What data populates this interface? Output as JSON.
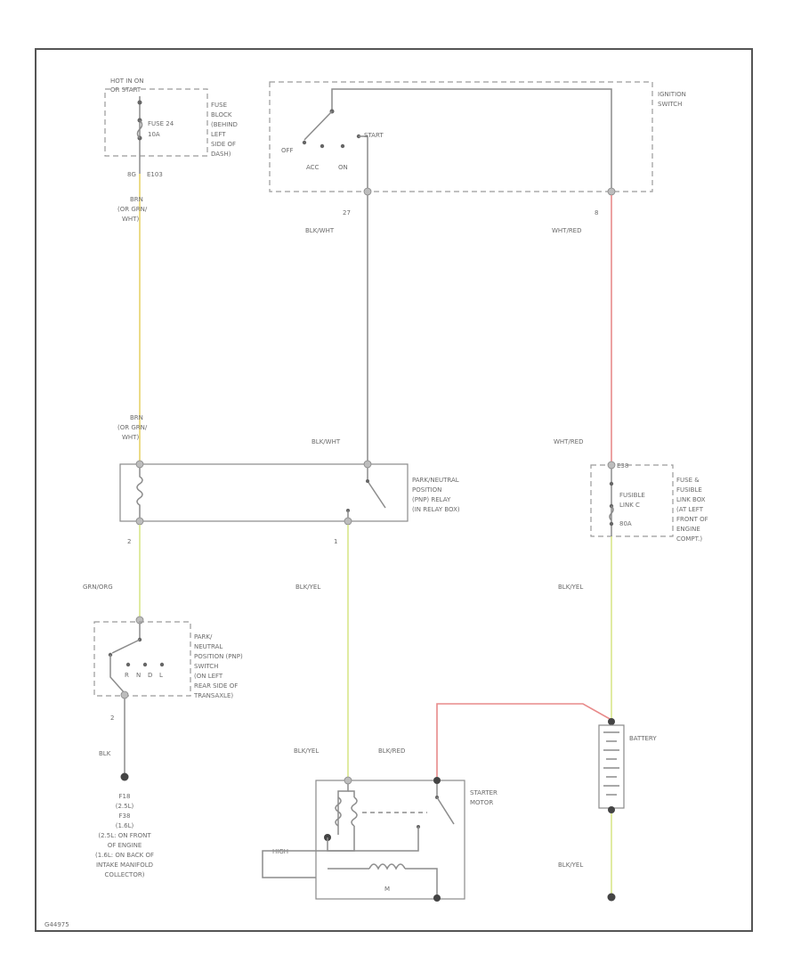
{
  "colors": {
    "wire_gray": "#8c8c8c",
    "wire_yellow": "#e8d26a",
    "wire_red": "#e88a8a",
    "wire_yellow_green": "#d8e68a",
    "frame": "#555555"
  },
  "fuse_block": {
    "hot_label_1": "HOT IN ON",
    "hot_label_2": "OR START",
    "fuse_name": "FUSE 24",
    "fuse_amp": "10A",
    "desc_1": "FUSE",
    "desc_2": "BLOCK",
    "desc_3": "(BEHIND",
    "desc_4": "LEFT",
    "desc_5": "SIDE OF",
    "desc_6": "DASH)",
    "pin_1": "8G",
    "pin_2": "E103"
  },
  "ignition_switch": {
    "label_1": "IGNITION",
    "label_2": "SWITCH",
    "pos_off": "OFF",
    "pos_start": "START",
    "pos_acc": "ACC",
    "pos_on": "ON"
  },
  "wires": {
    "fuse_wire_1": "BRN",
    "fuse_wire_2": "(OR GRN/",
    "fuse_wire_3": "WHT)",
    "start_pin": "27",
    "start_wire": "BLK/WHT",
    "ign_pin": "8",
    "ign_wire": "WHT/RED",
    "relay_in_1": "BRN",
    "relay_in_2": "(OR GRN/",
    "relay_in_3": "WHT)",
    "relay_in_blk": "BLK/WHT",
    "relay_in_red": "WHT/RED",
    "relay_pin_left": "2",
    "relay_pin_right": "1",
    "relay_out_left": "GRN/ORG",
    "relay_out_right": "BLK/YEL",
    "fusible_out": "BLK/YEL",
    "pnp_pin": "2",
    "pnp_wire": "BLK",
    "starter_in": "BLK/YEL",
    "battery_red": "BLK/RED",
    "battery_out": "BLK/YEL"
  },
  "pnp_relay": {
    "label_1": "PARK/NEUTRAL",
    "label_2": "POSITION",
    "label_3": "(PNP) RELAY",
    "label_4": "(IN RELAY BOX)"
  },
  "fusible_link": {
    "pin": "E38",
    "name_1": "FUSIBLE",
    "name_2": "LINK C",
    "amp": "80A",
    "desc_1": "FUSE &",
    "desc_2": "FUSIBLE",
    "desc_3": "LINK BOX",
    "desc_4": "(AT LEFT",
    "desc_5": "FRONT OF",
    "desc_6": "ENGINE",
    "desc_7": "COMPT.)"
  },
  "pnp_switch": {
    "label_1": "PARK/",
    "label_2": "NEUTRAL",
    "label_3": "POSITION (PNP)",
    "label_4": "SWITCH",
    "label_5": "(ON LEFT",
    "label_6": "REAR SIDE OF",
    "label_7": "TRANSAXLE)",
    "pos_1": "R",
    "pos_2": "N",
    "pos_3": "D",
    "pos_4": "L"
  },
  "ground": {
    "line_1": "F18",
    "line_2": "(2.5L)",
    "line_3": "F38",
    "line_4": "(1.6L)",
    "line_5": "(2.5L: ON FRONT",
    "line_6": "OF ENGINE",
    "line_7": "(1.6L: ON BACK OF",
    "line_8": "INTAKE MANIFOLD",
    "line_9": "COLLECTOR)"
  },
  "starter": {
    "label_1": "STARTER",
    "label_2": "MOTOR",
    "high_label": "HIGH",
    "motor_label": "M"
  },
  "battery": {
    "label": "BATTERY"
  },
  "footer": {
    "code": "G44975"
  }
}
